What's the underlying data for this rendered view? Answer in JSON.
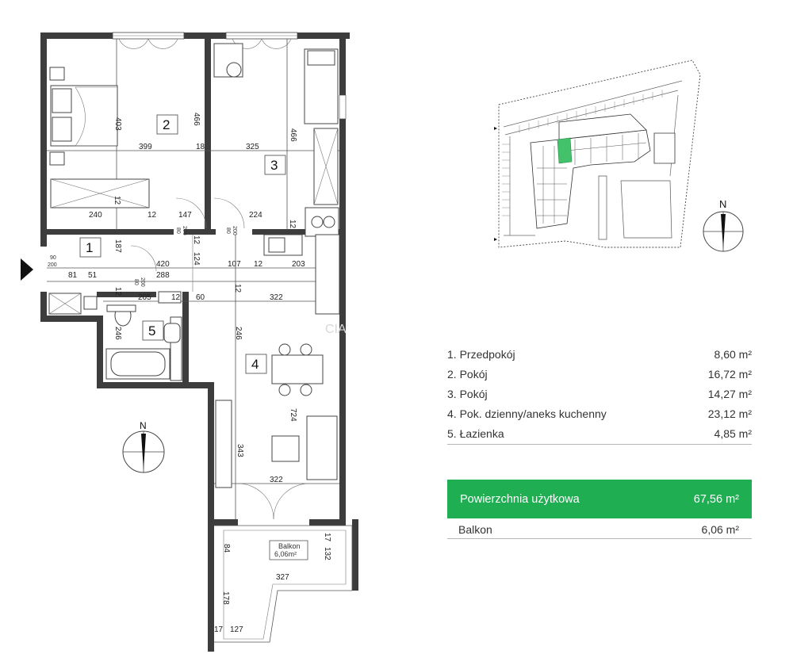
{
  "plan": {
    "room_numbers": [
      "1",
      "2",
      "3",
      "4",
      "5"
    ],
    "dimensions": {
      "d403": "403",
      "d466a": "466",
      "d466b": "466",
      "d399": "399",
      "d18a": "18",
      "d325": "325",
      "d12a": "12",
      "d240": "240",
      "d12b": "12",
      "d147": "147",
      "d224": "224",
      "d12c": "12",
      "d80a": "80",
      "d200a": "200",
      "d12d": "12",
      "d80b": "80",
      "d200b": "200",
      "d187": "187",
      "d420": "420",
      "d124": "124",
      "d107": "107",
      "d12e": "12",
      "d203": "203",
      "d90": "90",
      "d200c": "200",
      "d81": "81",
      "d51": "51",
      "d288": "288",
      "d80c": "80",
      "d200d": "200",
      "d12f": "12",
      "d12g": "12",
      "d205": "205",
      "d12h": "12",
      "d60": "60",
      "d322a": "322",
      "d246a": "246",
      "d246b": "246",
      "d724": "724",
      "d343": "343",
      "d322b": "322",
      "d84": "84",
      "d17a": "17",
      "d132": "132",
      "d327": "327",
      "d178": "178",
      "d17b": "17",
      "d127": "127"
    },
    "balcony_label": "Balkon",
    "balcony_area": "6,06m²",
    "watermark": "CIA"
  },
  "north_label": "N",
  "rooms": [
    {
      "name": "1. Przedpokój",
      "area": "8,60 m²"
    },
    {
      "name": "2. Pokój",
      "area": "16,72 m²"
    },
    {
      "name": "3. Pokój",
      "area": "14,27 m²"
    },
    {
      "name": "4. Pok. dzienny/aneks kuchenny",
      "area": "23,12 m²"
    },
    {
      "name": "5. Łazienka",
      "area": "4,85 m²"
    }
  ],
  "total": {
    "label": "Powierzchnia użytkowa",
    "area": "67,56 m²"
  },
  "balcony": {
    "label": "Balkon",
    "area": "6,06 m²"
  },
  "colors": {
    "accent": "#1fae52",
    "wall": "#3d3d3d",
    "highlight": "#43c26b"
  }
}
